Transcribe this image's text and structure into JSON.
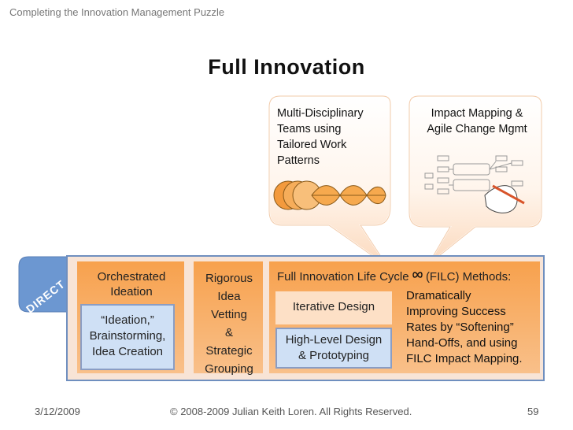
{
  "header": {
    "text": "Completing the Innovation Management Puzzle"
  },
  "title": "Full Innovation",
  "bubbles": {
    "left": {
      "lines": [
        "Multi-Disciplinary",
        "Teams using",
        "Tailored Work",
        "Patterns"
      ]
    },
    "right": {
      "lines": [
        "Impact Mapping &",
        "Agile Change Mgmt"
      ]
    }
  },
  "direct_label": "DIRECT",
  "columns": {
    "orchestrated": {
      "title_lines": [
        "Orchestrated",
        "Ideation"
      ],
      "box_lines": [
        "“Ideation,”",
        "Brainstorming,",
        "Idea Creation"
      ]
    },
    "rigorous": {
      "title_lines": [
        "Rigorous",
        "Idea",
        "Vetting",
        "&",
        "Strategic",
        "Grouping"
      ]
    },
    "filc": {
      "title_before": "Full Innovation Life Cycle",
      "title_after": "(FILC) Methods:",
      "iterative": "Iterative Design",
      "highlevel_lines": [
        "High-Level Design",
        "& Prototyping"
      ],
      "side_lines": [
        "Dramatically",
        "Improving Success",
        "Rates by “Softening”",
        "Hand-Offs, and using",
        "FILC Impact Mapping."
      ]
    }
  },
  "footer": {
    "date": "3/12/2009",
    "copyright": "© 2008-2009 Julian Keith Loren. All Rights Reserved.",
    "page": "59"
  },
  "colors": {
    "panel_orange_top": "#f7a14d",
    "panel_orange_bottom": "#f9c08a",
    "inner_blue": "#cfe0f5",
    "border_blue": "#6f8fbf",
    "bubble_fill": "#fde6d2"
  }
}
